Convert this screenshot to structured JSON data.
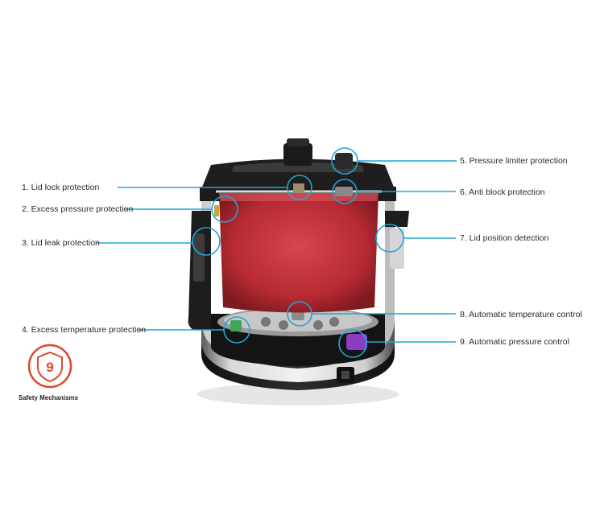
{
  "callouts": [
    {
      "id": "lid-lock",
      "text": "1. Lid lock protection"
    },
    {
      "id": "excess-pressure",
      "text": "2. Excess pressure protection"
    },
    {
      "id": "lid-leak",
      "text": "3. Lid leak protection"
    },
    {
      "id": "excess-temperature",
      "text": "4. Excess temperature protection"
    },
    {
      "id": "pressure-limiter",
      "text": "5. Pressure limiter protection"
    },
    {
      "id": "anti-block",
      "text": "6. Anti block protection"
    },
    {
      "id": "lid-position",
      "text": "7. Lid position detection"
    },
    {
      "id": "auto-temperature",
      "text": "8. Automatic temperature control"
    },
    {
      "id": "auto-pressure",
      "text": "9. Automatic pressure control"
    }
  ],
  "badge": {
    "number": "9",
    "caption": "Safety Mechanisms",
    "icon": "shield-icon"
  },
  "colors": {
    "callout_line": "#1ea6d6",
    "badge_red": "#e0452b",
    "pot_red": "#c8323a",
    "body_black": "#1e1e1e"
  }
}
